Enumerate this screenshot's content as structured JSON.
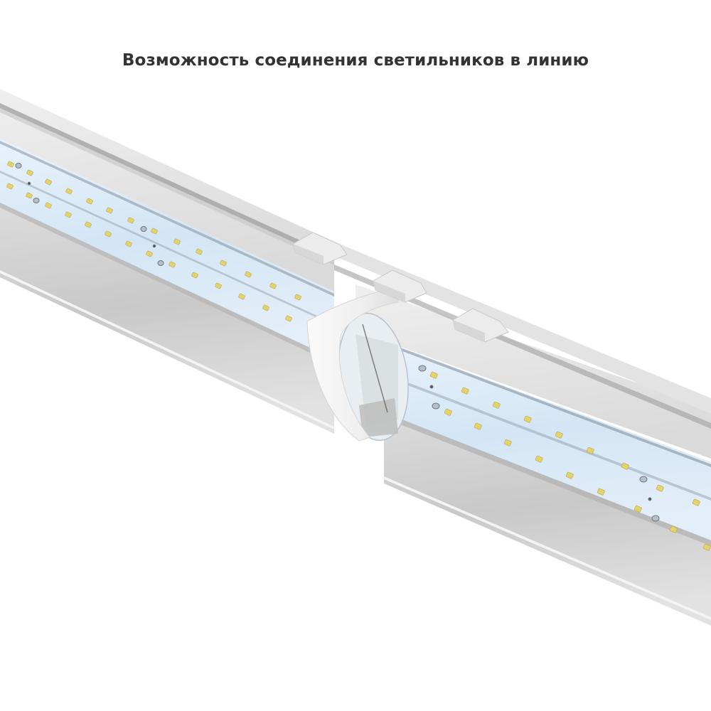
{
  "title": "Возможность соединения светильников в линию",
  "product": {
    "name": "LED linear luminaire",
    "feature": "line-joining connector",
    "colors": {
      "background": "#ffffff",
      "title_text": "#333333",
      "housing_light": "#e6e6e6",
      "housing_mid": "#d2d2d2",
      "housing_dark": "#a9a9a9",
      "led_board": "#d6e8f7",
      "led_chip": "#e6d36a",
      "diffuser": "#c8c8c8"
    },
    "led_rows": 2,
    "clips_visible": 3
  }
}
